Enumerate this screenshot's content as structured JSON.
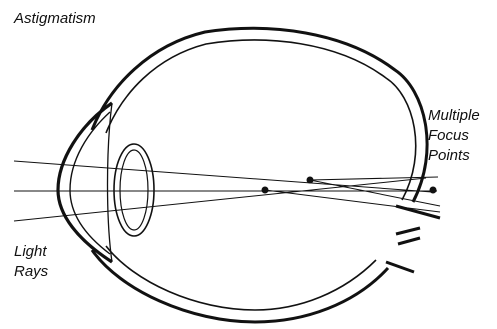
{
  "title": "Astigmatism",
  "focus_label": [
    "Multiple",
    "Focus",
    "Points"
  ],
  "light_label": [
    "Light",
    "Rays"
  ],
  "icons": [
    "eyeball-outline",
    "cornea",
    "crystalline-lens",
    "optic-nerve",
    "light-ray",
    "focus-point"
  ],
  "colors": {
    "background": "#ffffff",
    "line": "#111111"
  }
}
